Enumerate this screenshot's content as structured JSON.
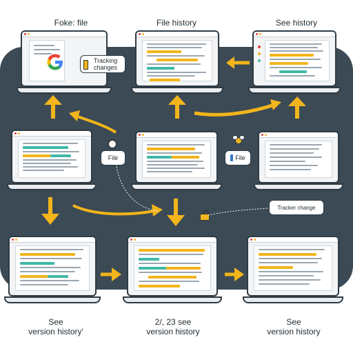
{
  "labels": {
    "top_left": "Foke: file",
    "top_center": "File history",
    "top_right": "See history",
    "bottom_left_line1": "See",
    "bottom_left_line2": "version history'",
    "bottom_center_line1": "2/, 23 see",
    "bottom_center_line2": "version history",
    "bottom_right_line1": "See",
    "bottom_right_line2": "version history"
  },
  "callouts": {
    "tracking_changes": "Tracking changes",
    "file_left": "File",
    "file_right": "File",
    "tracker_change": "Tracker change"
  },
  "colors": {
    "band": "#3b4a55",
    "arrow": "#f3b51c",
    "highlight_yellow": "#f3b51c",
    "highlight_teal": "#41b8a8",
    "outline": "#2f3b44"
  },
  "icons": {
    "google_logo": "google-g-icon",
    "bee": "bee-icon",
    "lock": "lock-icon"
  }
}
